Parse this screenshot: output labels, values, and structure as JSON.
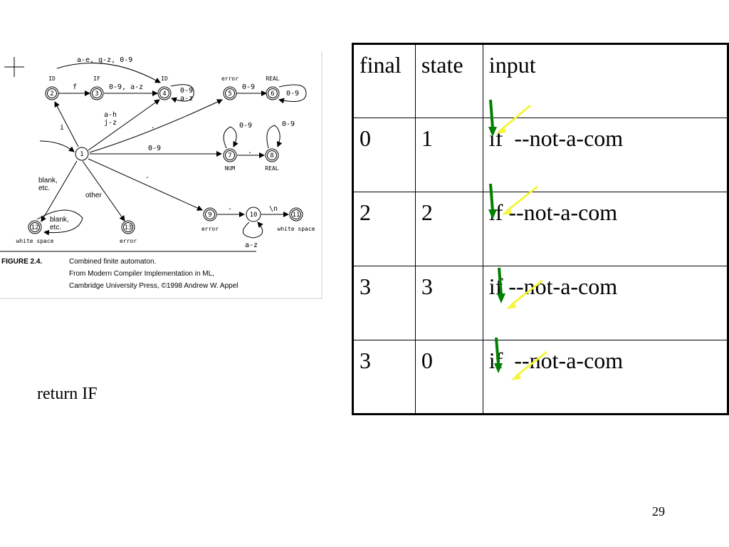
{
  "figure": {
    "caption_label": "FIGURE 2.4.",
    "caption_line1": "Combined finite automaton.",
    "caption_line2": "From Modern Compiler Implementation in ML,",
    "caption_line3": "Cambridge University Press, ©1998 Andrew W. Appel",
    "states": [
      "1",
      "2",
      "3",
      "4",
      "5",
      "6",
      "7",
      "8",
      "9",
      "10",
      "11",
      "12",
      "13"
    ],
    "state_labels": {
      "s2": "ID",
      "s3": "IF",
      "s4": "ID",
      "s5": "error",
      "s6": "REAL",
      "s7": "NUM",
      "s8": "REAL",
      "s9": "error",
      "s11": "white space",
      "s12": "white space",
      "s13": "error"
    },
    "edge_labels": {
      "e2_4": "a-e, g-z, 0-9",
      "e2_3": "f",
      "e3_4": "0-9, a-z",
      "e4_loop1": "0-9",
      "e4_loop2": "a-z",
      "e5_6": "0-9",
      "e6_loop": "0-9",
      "e1_2": "i",
      "e1_4a": "a-h",
      "e1_4b": "j-z",
      "e1_5": ".",
      "e1_7": "0-9",
      "e7_loop": "0-9",
      "e7_8": ".",
      "e8_loop": "0-9",
      "e1_9": "-",
      "e9_10": "-",
      "e10_11": "\\n",
      "e10_loop": "a-z",
      "e1_12a": "blank,",
      "e1_12b": "etc.",
      "e12_loop_a": "blank,",
      "e12_loop_b": "etc.",
      "e1_13": "other"
    }
  },
  "return_text": "return IF",
  "table": {
    "headers": [
      "final",
      "state",
      "input"
    ],
    "rows": [
      {
        "final": "0",
        "state": "1",
        "input": "if  --not-a-com"
      },
      {
        "final": "2",
        "state": "2",
        "input": "if --not-a-com"
      },
      {
        "final": "3",
        "state": "3",
        "input": "if --not-a-com"
      },
      {
        "final": "3",
        "state": "0",
        "input": "if  --not-a-com"
      }
    ]
  },
  "arrow_colors": {
    "green": "#008000",
    "yellow": "#f5f53b"
  },
  "page_number": "29"
}
